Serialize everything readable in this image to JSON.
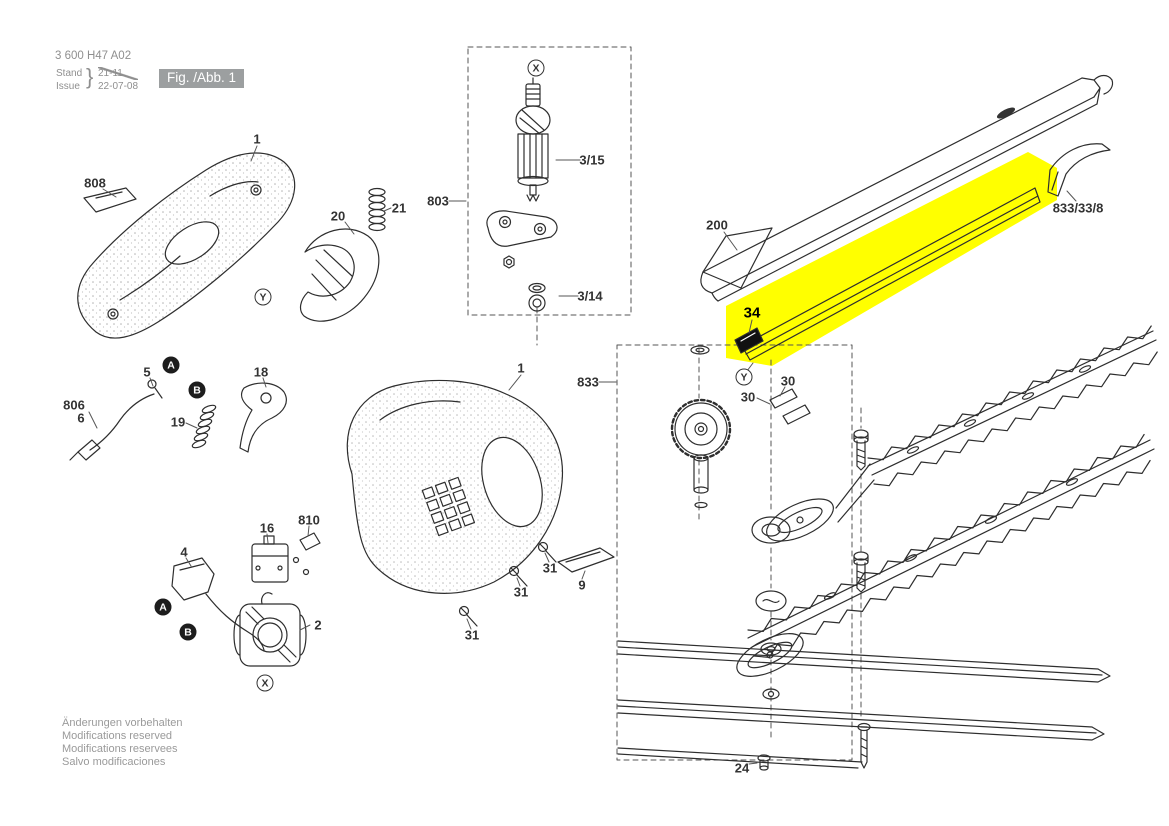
{
  "header": {
    "code": "3 600 H47 A02",
    "stand_label": "Stand",
    "issue_label": "Issue",
    "brace": "}",
    "revision_old": "21-11",
    "revision_date": "22-07-08",
    "figure_label": "Fig. /Abb. 1"
  },
  "footer": {
    "line1": "Änderungen vorbehalten",
    "line2": "Modifications reserved",
    "line3": "Modifications reservees",
    "line4": "Salvo modificaciones"
  },
  "colors": {
    "highlight": "#ffff00",
    "line": "#2e2e2e",
    "muted_text": "#9a9a9a",
    "badge_bg": "#9c9fa0"
  },
  "part_labels": [
    {
      "text": "808"
    },
    {
      "text": "1"
    },
    {
      "text": "20"
    },
    {
      "text": "21"
    },
    {
      "text": "803"
    },
    {
      "text": "3/15"
    },
    {
      "text": "3/14"
    },
    {
      "text": "200"
    },
    {
      "text": "833/33/8"
    },
    {
      "text": "34"
    },
    {
      "text": "30"
    },
    {
      "text": "30"
    },
    {
      "text": "833"
    },
    {
      "text": "5"
    },
    {
      "text": "18"
    },
    {
      "text": "806"
    },
    {
      "text": "6"
    },
    {
      "text": "19"
    },
    {
      "text": "16"
    },
    {
      "text": "810"
    },
    {
      "text": "4"
    },
    {
      "text": "2"
    },
    {
      "text": "1"
    },
    {
      "text": "31"
    },
    {
      "text": "31"
    },
    {
      "text": "31"
    },
    {
      "text": "9"
    },
    {
      "text": "24"
    }
  ],
  "callouts": [
    {
      "letter": "X"
    },
    {
      "letter": "Y"
    },
    {
      "letter": "A"
    },
    {
      "letter": "B"
    },
    {
      "letter": "Y"
    },
    {
      "letter": "A"
    },
    {
      "letter": "B"
    },
    {
      "letter": "X"
    }
  ]
}
